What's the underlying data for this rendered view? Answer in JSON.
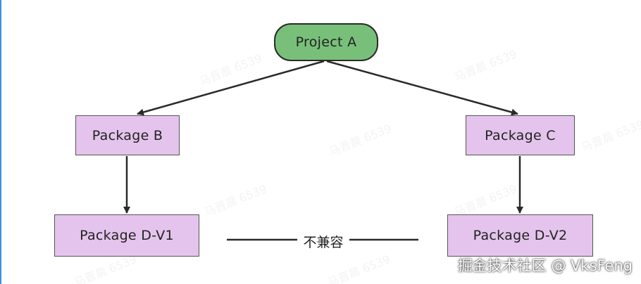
{
  "diagram": {
    "nodes": {
      "project_a": "Project A",
      "package_b": "Package B",
      "package_c": "Package C",
      "package_d_v1": "Package D-V1",
      "package_d_v2": "Package D-V2"
    },
    "conflict_label": "不兼容",
    "watermark_text": "马晋晨 6539",
    "credit": "掘金技术社区 @ VksFeng"
  },
  "colors": {
    "project_fill": "#78c07a",
    "package_fill": "#e4c4ec",
    "line": "#2a2a2a",
    "left_border": "#3b8fd9"
  }
}
